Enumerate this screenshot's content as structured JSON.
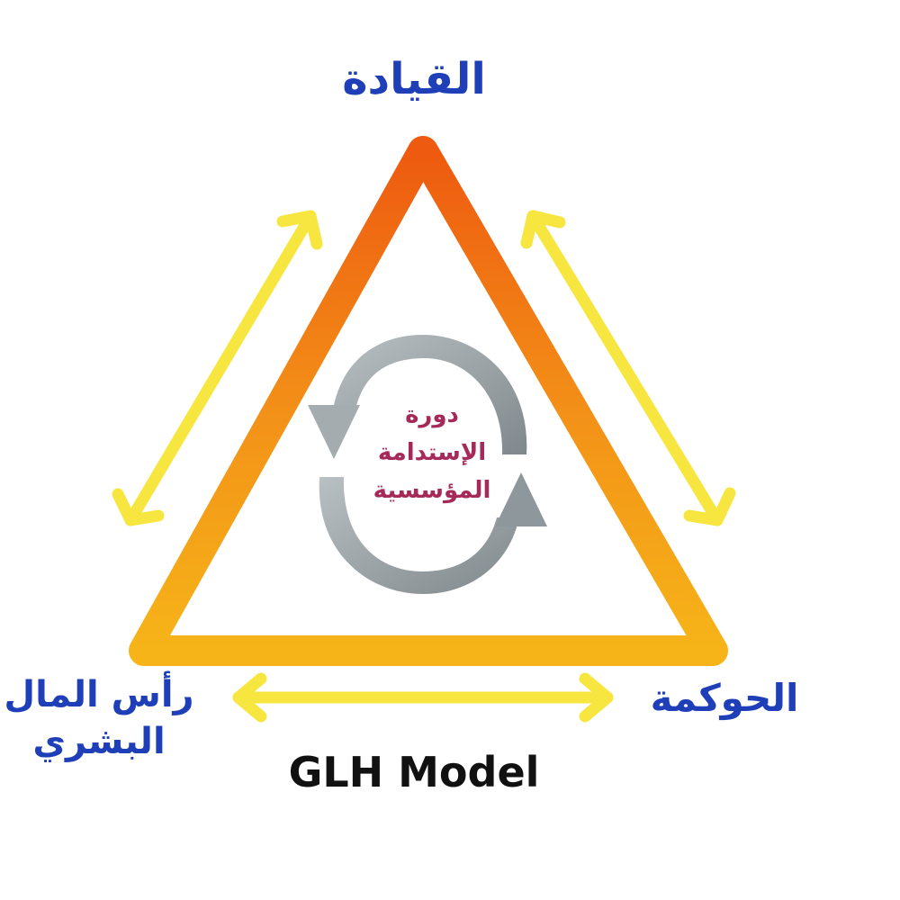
{
  "diagram": {
    "vertices": {
      "top": "القيادة",
      "bottom_right": "الحوكمة",
      "bottom_left_line1": "رأس المال",
      "bottom_left_line2": "البشري"
    },
    "center": {
      "line1": "دورة",
      "line2": "الإستدامة",
      "line3": "المؤسسية"
    },
    "title": "GLH Model",
    "colors": {
      "triangle_top": "#ee5a10",
      "triangle_bottom": "#f6b418",
      "arrows": "#f7e63f",
      "cycle_arrows": "#9ba4a8",
      "vertex_labels": "#1f3fb8",
      "center_text": "#a52a5a",
      "title": "#111111"
    },
    "icons": [
      "double-headed-arrow",
      "circular-cycle-arrows"
    ]
  }
}
